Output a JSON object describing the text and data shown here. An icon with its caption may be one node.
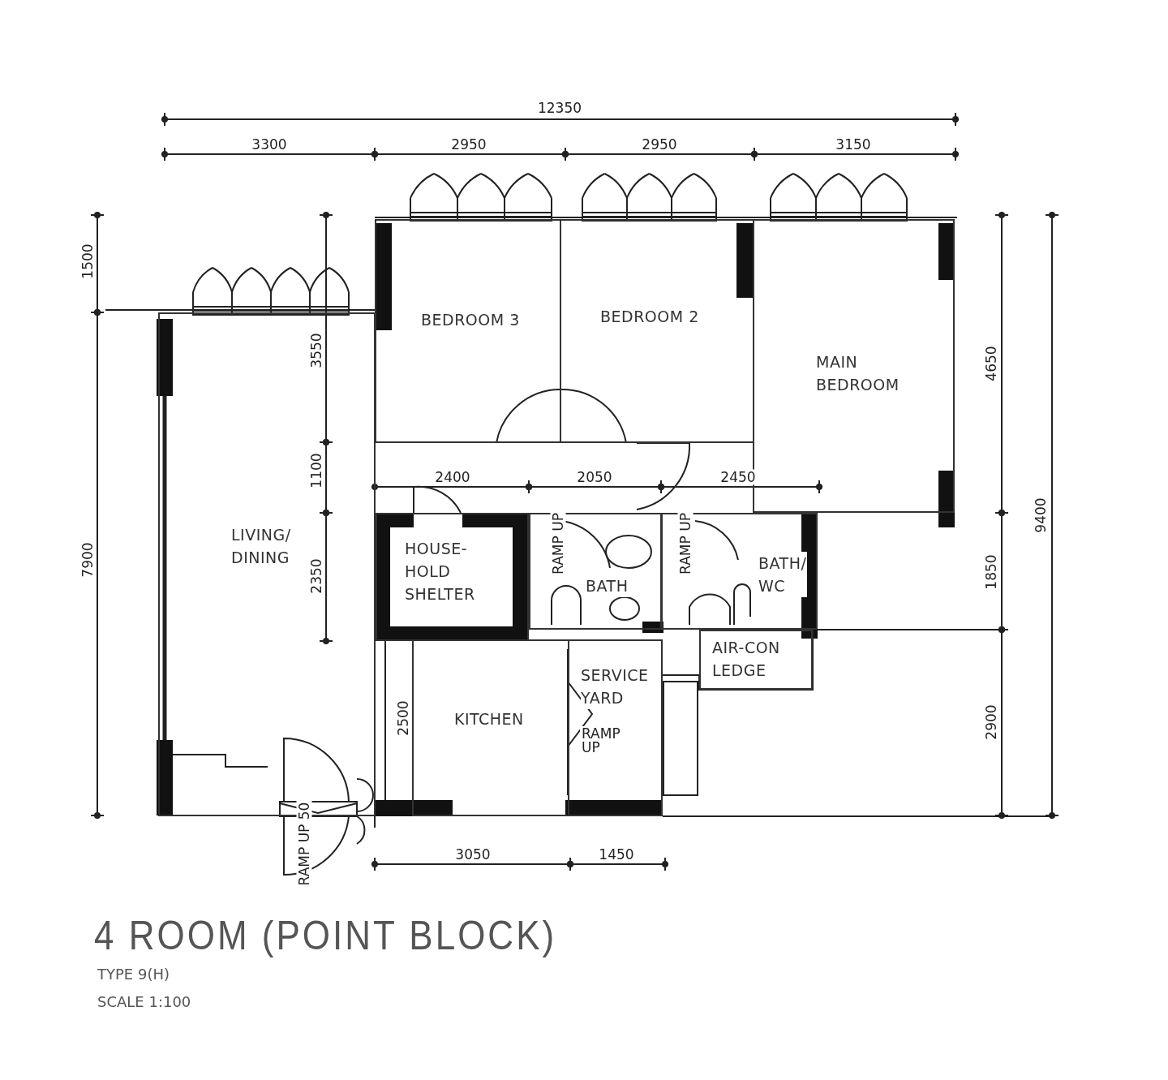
{
  "diagram": {
    "title": "4 ROOM (POINT BLOCK)",
    "nodes": [
      {
        "text": [
          "BEDROOM 3"
        ]
      },
      {
        "text": [
          "BEDROOM 2"
        ]
      },
      {
        "text": [
          "MAIN BEDROOM"
        ]
      },
      {
        "text": [
          "LIVING/ DINING"
        ]
      },
      {
        "text": [
          "HOUSE- HOLD SHELTER"
        ]
      },
      {
        "text": [
          "BATH"
        ]
      },
      {
        "text": [
          "BATH/ WC"
        ]
      },
      {
        "text": [
          "KITCHEN"
        ]
      },
      {
        "text": [
          "SERVICE YARD"
        ]
      },
      {
        "text": [
          "AIR-CON LEDGE"
        ]
      }
    ],
    "labels": [
      "12350",
      "3300",
      "2950",
      "2950",
      "3150",
      "1500",
      "3550",
      "4650",
      "9400",
      "1100",
      "2400",
      "2050",
      "2450",
      "RAMP UP",
      "RAMP UP",
      "7900",
      "2350",
      "1850",
      "RAMP UP",
      "2500",
      "2900",
      "RAMP UP 50",
      "3050",
      "1450",
      "TYPE 9(H)",
      "SCALE 1:100"
    ]
  }
}
